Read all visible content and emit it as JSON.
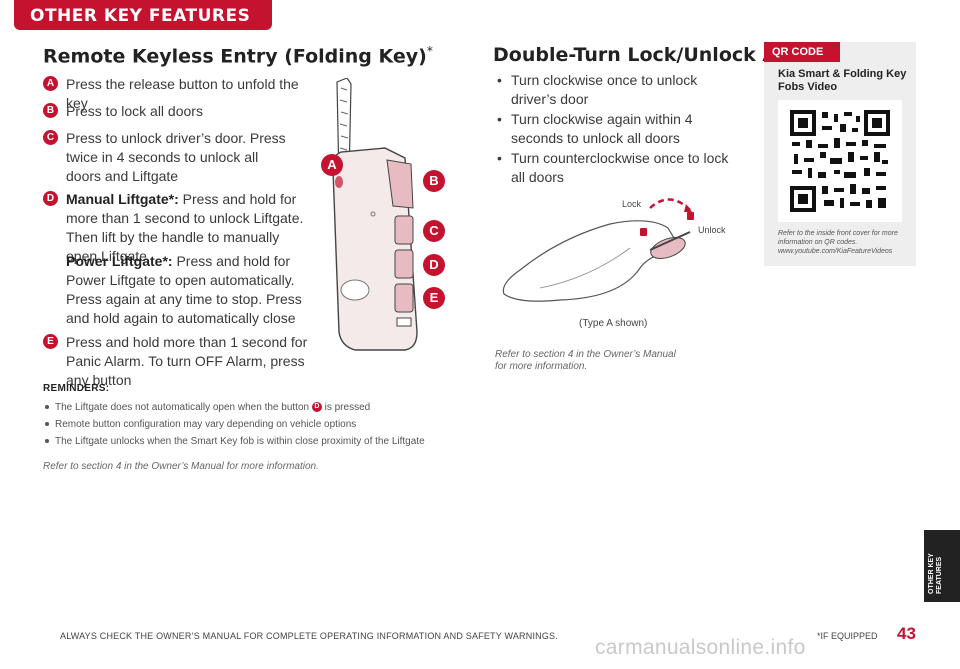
{
  "header": {
    "tab_label": "OTHER KEY FEATURES"
  },
  "left_section": {
    "title": "Remote Keyless Entry (Folding Key)",
    "title_mark": "*",
    "items": [
      {
        "badge": "A",
        "text": "Press the release button to unfold the key"
      },
      {
        "badge": "B",
        "text": "Press to lock all doors"
      },
      {
        "badge": "C",
        "text": "Press to unlock driver’s door. Press twice in 4 seconds to unlock all doors and Liftgate"
      },
      {
        "badge": "D",
        "bold": "Manual Liftgate*:",
        "text": " Press and hold for more than 1 second to unlock Liftgate. Then lift by the handle to manually open Liftgate"
      },
      {
        "badge": "",
        "bold": "Power Liftgate*:",
        "text": " Press and hold for Power Liftgate to open automatically. Press again at any time to stop. Press and hold again to automatically close"
      },
      {
        "badge": "E",
        "text": "Press and hold more than 1 second for Panic Alarm. To turn OFF Alarm, press any button"
      }
    ],
    "reminders_title": "REMINDERS:",
    "reminders": [
      {
        "before": "The Liftgate does not automatically open when the button ",
        "badge": "D",
        "after": " is pressed"
      },
      {
        "before": "Remote button configuration may vary depending on vehicle options",
        "badge": "",
        "after": ""
      },
      {
        "before": "The Liftgate unlocks when the Smart Key fob is within close proximity of the Liftgate",
        "badge": "",
        "after": ""
      }
    ],
    "refer": "Refer to section 4 in the Owner’s Manual for more information.",
    "callouts": [
      "A",
      "B",
      "C",
      "D",
      "E"
    ]
  },
  "right_section": {
    "title": "Double-Turn Lock/Unlock All",
    "bullets": [
      "Turn clockwise once to unlock driver’s door",
      "Turn clockwise again within 4 seconds to unlock all doors",
      "Turn counterclockwise once to lock all doors"
    ],
    "lock_label": "Lock",
    "unlock_label": "Unlock",
    "type_label": "(Type A shown)",
    "refer_line1": "Refer to section 4 in the Owner’s Manual",
    "refer_line2": "for more information."
  },
  "qr": {
    "tab_label": "QR CODE",
    "title": "Kia Smart & Folding Key Fobs Video",
    "note": "Refer to the inside front cover for more information on QR codes. www.youtube.com/KiaFeatureVideos"
  },
  "side_tab": {
    "label": "OTHER KEY FEATURES"
  },
  "footer": {
    "disclaimer": "ALWAYS CHECK THE OWNER’S MANUAL FOR COMPLETE OPERATING INFORMATION AND SAFETY WARNINGS.",
    "equipped": "*IF EQUIPPED",
    "page_number": "43",
    "watermark": "carmanualsonline.info"
  },
  "colors": {
    "accent": "#c4122f",
    "panel": "#eeeeee",
    "dark": "#222222"
  }
}
